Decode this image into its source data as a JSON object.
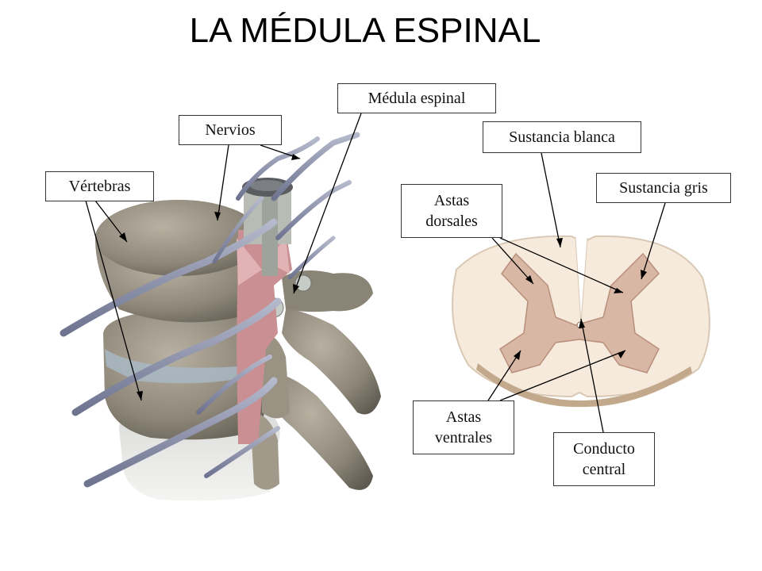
{
  "title": "LA MÉDULA ESPINAL",
  "labels": {
    "vertebras": "Vértebras",
    "nervios": "Nervios",
    "medula": "Médula espinal",
    "sustancia_blanca": "Sustancia blanca",
    "sustancia_gris": "Sustancia gris",
    "astas_dorsales": [
      "Astas",
      "dorsales"
    ],
    "astas_ventrales": [
      "Astas",
      "ventrales"
    ],
    "conducto_central": [
      "Conducto",
      "central"
    ]
  },
  "colors": {
    "bone": "#8f887a",
    "nerve": "#8a90a8",
    "cord": "#c98f93",
    "white_matter": "#f6eadc",
    "gray_matter": "#d8b7a4"
  }
}
